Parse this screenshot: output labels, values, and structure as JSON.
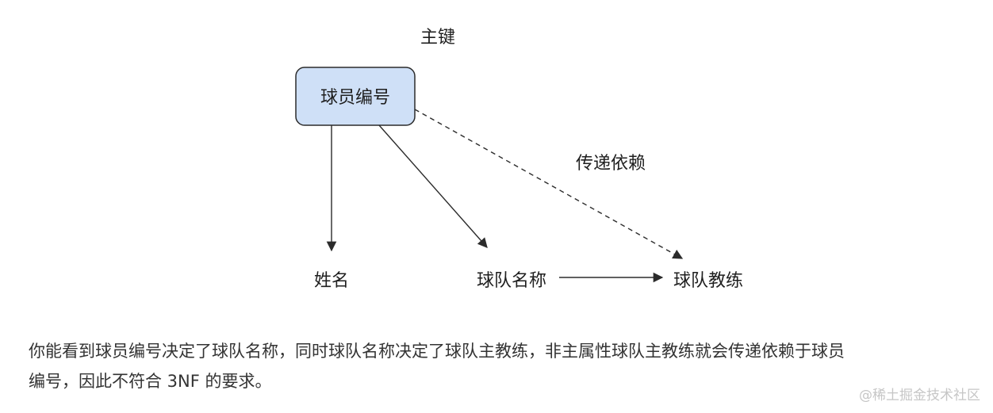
{
  "diagram": {
    "primary_key_label": "主键",
    "source_node": "球员编号",
    "targets": {
      "name": "姓名",
      "team_name": "球队名称",
      "team_coach": "球队教练"
    },
    "transitive_label": "传递依赖"
  },
  "paragraph": {
    "line1": "你能看到球员编号决定了球队名称，同时球队名称决定了球队主教练，非主属性球队主教练就会传递依赖于球员",
    "line2": "编号，因此不符合 3NF 的要求。"
  },
  "watermark": "@稀土掘金技术社区"
}
